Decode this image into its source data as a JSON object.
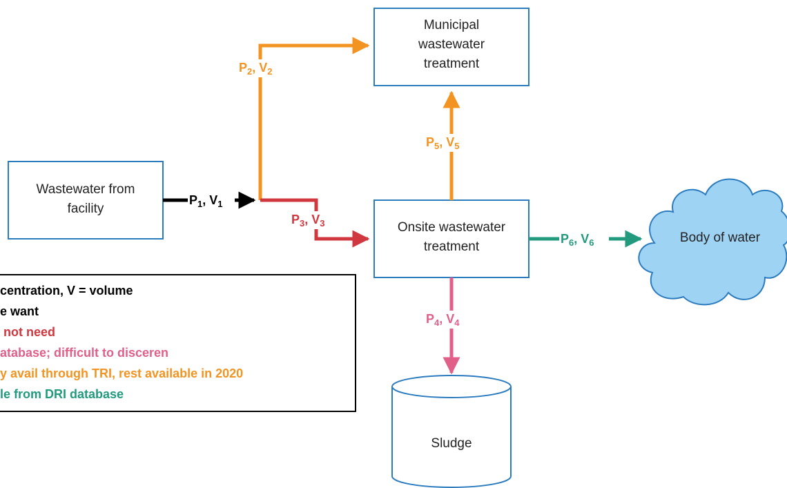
{
  "colors": {
    "black": "#000000",
    "red": "#d0373f",
    "pink": "#e0608a",
    "orange": "#f39422",
    "teal": "#229a7e",
    "box_border": "#2b7bbf",
    "cloud_fill": "#9fd3f4"
  },
  "nodes": {
    "facility": {
      "line1": "Wastewater from",
      "line2": "facility"
    },
    "municipal": {
      "line1": "Municipal",
      "line2": "wastewater",
      "line3": "treatment"
    },
    "onsite": {
      "line1": "Onsite wastewater",
      "line2": "treatment"
    },
    "water_body": {
      "label": "Body of water"
    },
    "sludge": {
      "label": "Sludge"
    }
  },
  "flows": [
    {
      "p": "P",
      "p_sub": "1",
      "v": "V",
      "v_sub": "1",
      "color": "black"
    },
    {
      "p": "P",
      "p_sub": "2",
      "v": "V",
      "v_sub": "2",
      "color": "orange"
    },
    {
      "p": "P",
      "p_sub": "3",
      "v": "V",
      "v_sub": "3",
      "color": "red"
    },
    {
      "p": "P",
      "p_sub": "4",
      "v": "V",
      "v_sub": "4",
      "color": "pink"
    },
    {
      "p": "P",
      "p_sub": "5",
      "v": "V",
      "v_sub": "5",
      "color": "orange"
    },
    {
      "p": "P",
      "p_sub": "6",
      "v": "V",
      "v_sub": "6",
      "color": "teal"
    }
  ],
  "legend": [
    {
      "text": "centration, V = volume",
      "color": "black"
    },
    {
      "text": "e want",
      "color": "black"
    },
    {
      "text": " not need",
      "color": "red"
    },
    {
      "text": "atabase; difficult to disceren",
      "color": "pink"
    },
    {
      "text": "y avail through TRI, rest available in 2020",
      "color": "orange"
    },
    {
      "text": "le from DRI database",
      "color": "teal"
    }
  ]
}
